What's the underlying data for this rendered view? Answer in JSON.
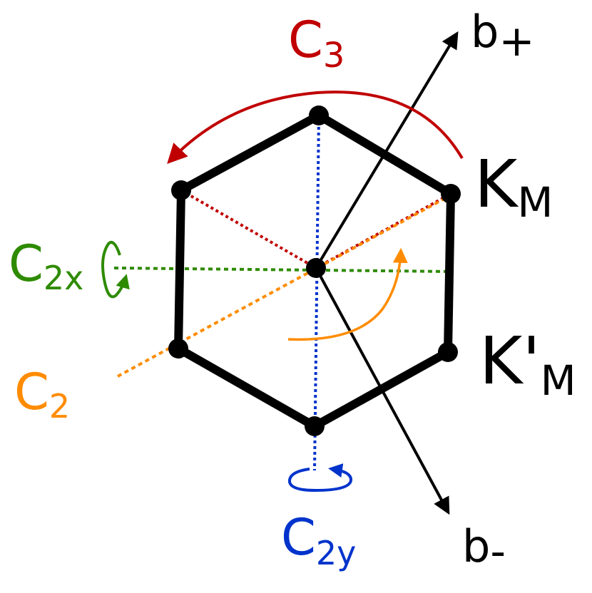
{
  "labels": {
    "c3": {
      "main": "C",
      "sub": "3"
    },
    "b_plus": {
      "main": "b",
      "sub": "+"
    },
    "k_m": {
      "main": "K",
      "sub": "M"
    },
    "k_prime_m": {
      "main": "K'",
      "sub": "M"
    },
    "c2x": {
      "main": "C",
      "sub": "2x"
    },
    "c2": {
      "main": "C",
      "sub": "2"
    },
    "c2y": {
      "main": "C",
      "sub": "2y"
    },
    "b_minus": {
      "main": "b",
      "sub": "-"
    }
  },
  "colors": {
    "hexagon": "#000000",
    "c3": "#c00000",
    "c2x": "#2e8b00",
    "c2": "#ff8c00",
    "c2y": "#0033cc",
    "axes": "#000000"
  }
}
